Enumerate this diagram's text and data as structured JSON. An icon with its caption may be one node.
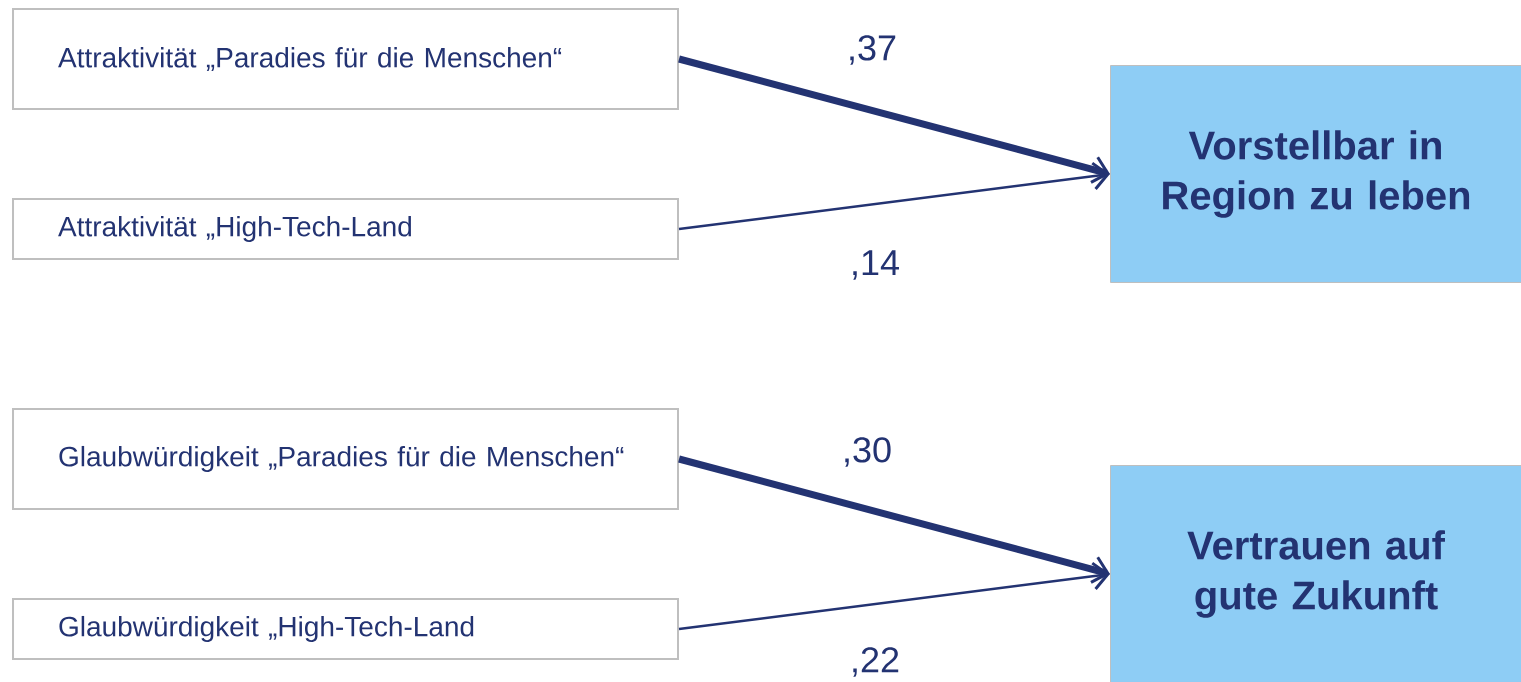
{
  "diagram": {
    "nodes": [
      {
        "text": [
          "Attraktivität „Paradies für die Menschen“"
        ]
      },
      {
        "text": [
          "Attraktivität „High-Tech-Land"
        ]
      },
      {
        "text": [
          "Vorstellbar in Region zu leben"
        ]
      },
      {
        "text": [
          "Glaubwürdigkeit „Paradies für die Menschen“"
        ]
      },
      {
        "text": [
          "Glaubwürdigkeit „High-Tech-Land"
        ]
      },
      {
        "text": [
          "Vertrauen auf gute Zukunft"
        ]
      }
    ],
    "edges": [
      {
        "from": 0,
        "to": 2,
        "arrow": "to",
        "label": ",37",
        "style": "thick"
      },
      {
        "from": 1,
        "to": 2,
        "arrow": "to",
        "label": ",14"
      },
      {
        "from": 3,
        "to": 5,
        "arrow": "to",
        "label": ",30",
        "style": "thick"
      },
      {
        "from": 4,
        "to": 5,
        "arrow": "to",
        "label": ",22"
      }
    ]
  }
}
